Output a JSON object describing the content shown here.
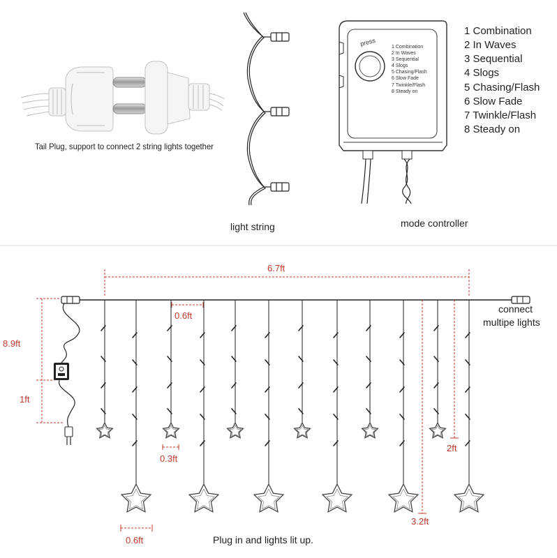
{
  "tail_plug": {
    "caption": "Tail Plug, support to connect 2 string lights together"
  },
  "light_string": {
    "caption": "light string"
  },
  "mode_controller": {
    "press_label": "press",
    "caption": "mode controller",
    "modes": [
      "1 Combination",
      "2 In Waves",
      "3 Sequential",
      "4 Slogs",
      "5 Chasing/Flash",
      "6 Slow Fade",
      "7 Twinkle/Flash",
      "8 Steady on"
    ]
  },
  "curtain": {
    "width_label": "6.7ft",
    "strand_spacing_label": "0.6ft",
    "star_width_label": "0.3ft",
    "star_spacing_label": "0.6ft",
    "height_label": "8.9ft",
    "lead_label": "1ft",
    "short_strand_label": "2ft",
    "long_strand_label": "3.2ft",
    "connect_line1": "connect",
    "connect_line2": "multipe lights",
    "caption": "Plug in and lights lit up."
  },
  "colors": {
    "dimension": "#c0392b",
    "ink": "#222222"
  }
}
